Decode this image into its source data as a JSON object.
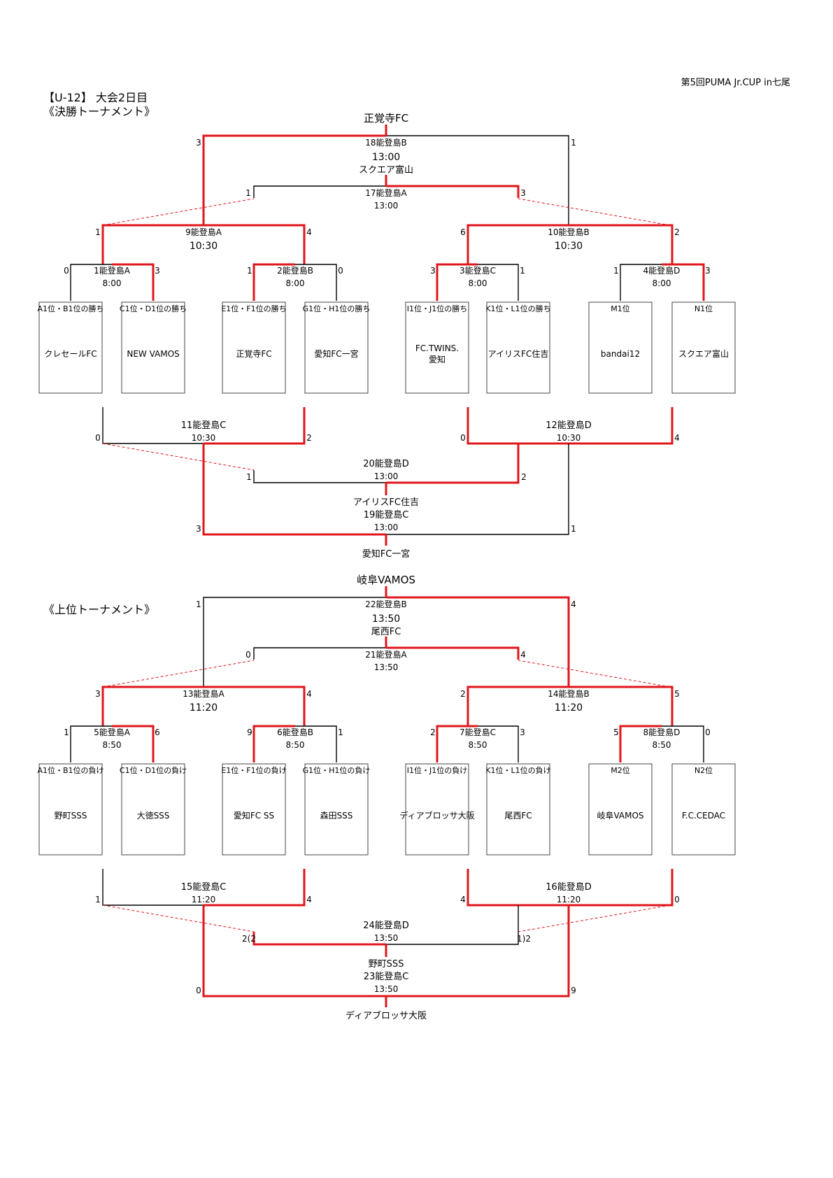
{
  "cup_title": "第5回PUMA Jr.CUP in七尾",
  "heading": "【U-12】 大会2日目",
  "final": {
    "section_title": "《決勝トーナメント》",
    "champion": "正覚寺FC",
    "third_place_winner": "アイリスFC住吉",
    "fourth_place": "愛知FC一宮",
    "matches": {
      "m18": {
        "label": "18能登島B",
        "time": "13:00",
        "team": "スクエア富山",
        "left": "3",
        "right": "1"
      },
      "m17": {
        "label": "17能登島A",
        "time": "13:00",
        "left": "1",
        "right": "3"
      },
      "m9": {
        "label": "9能登島A",
        "time": "10:30",
        "left": "1",
        "right": "4"
      },
      "m10": {
        "label": "10能登島B",
        "time": "10:30",
        "left": "6",
        "right": "2"
      },
      "m1": {
        "label": "1能登島A",
        "time": "8:00",
        "left": "0",
        "right": "3"
      },
      "m2": {
        "label": "2能登島B",
        "time": "8:00",
        "left": "1",
        "right": "0"
      },
      "m3": {
        "label": "3能登島C",
        "time": "8:00",
        "left": "3",
        "right": "1"
      },
      "m4": {
        "label": "4能登島D",
        "time": "8:00",
        "left": "1",
        "right": "3"
      },
      "m11": {
        "label": "11能登島C",
        "time": "10:30",
        "left": "0",
        "right": "2"
      },
      "m12": {
        "label": "12能登島D",
        "time": "10:30",
        "left": "0",
        "right": "4"
      },
      "m20": {
        "label": "20能登島D",
        "time": "13:00",
        "left": "1",
        "right": "2"
      },
      "m19": {
        "label": "19能登島C",
        "time": "13:00",
        "left": "3",
        "right": "1"
      }
    },
    "slots": [
      {
        "header": "A1位・B1位の勝ち",
        "team": "クレセールFC"
      },
      {
        "header": "C1位・D1位の勝ち",
        "team": "NEW VAMOS"
      },
      {
        "header": "E1位・F1位の勝ち",
        "team": "正覚寺FC"
      },
      {
        "header": "G1位・H1位の勝ち",
        "team": "愛知FC一宮"
      },
      {
        "header": "I1位・J1位の勝ち",
        "team": "FC.TWINS.\n愛知"
      },
      {
        "header": "K1位・L1位の勝ち",
        "team": "アイリスFC住吉"
      },
      {
        "header": "M1位",
        "team": "bandai12"
      },
      {
        "header": "N1位",
        "team": "スクエア富山"
      }
    ]
  },
  "upper": {
    "section_title": "《上位トーナメント》",
    "champion": "岐阜VAMOS",
    "third_place_winner": "野町SSS",
    "fourth_place": "ディアブロッサ大阪",
    "matches": {
      "m22": {
        "label": "22能登島B",
        "time": "13:50",
        "team": "尾西FC",
        "left": "1",
        "right": "4"
      },
      "m21": {
        "label": "21能登島A",
        "time": "13:50",
        "left": "0",
        "right": "4"
      },
      "m13": {
        "label": "13能登島A",
        "time": "11:20",
        "left": "3",
        "right": "4"
      },
      "m14": {
        "label": "14能登島B",
        "time": "11:20",
        "left": "2",
        "right": "5"
      },
      "m5": {
        "label": "5能登島A",
        "time": "8:50",
        "left": "1",
        "right": "6"
      },
      "m6": {
        "label": "6能登島B",
        "time": "8:50",
        "left": "9",
        "right": "1"
      },
      "m7": {
        "label": "7能登島C",
        "time": "8:50",
        "left": "2",
        "right": "3"
      },
      "m8": {
        "label": "8能登島D",
        "time": "8:50",
        "left": "5",
        "right": "0"
      },
      "m15": {
        "label": "15能登島C",
        "time": "11:20",
        "left": "1",
        "right": "4"
      },
      "m16": {
        "label": "16能登島D",
        "time": "11:20",
        "left": "4",
        "right": "0"
      },
      "m24": {
        "label": "24能登島D",
        "time": "13:50",
        "left": "2(2",
        "right": "1)2"
      },
      "m23": {
        "label": "23能登島C",
        "time": "13:50",
        "left": "0",
        "right": "9"
      }
    },
    "slots": [
      {
        "header": "A1位・B1位の負け",
        "team": "野町SSS"
      },
      {
        "header": "C1位・D1位の負け",
        "team": "大徳SSS"
      },
      {
        "header": "E1位・F1位の負け",
        "team": "愛知FC SS"
      },
      {
        "header": "G1位・H1位の負け",
        "team": "森田SSS"
      },
      {
        "header": "I1位・J1位の負け",
        "team": "ディアブロッサ大阪"
      },
      {
        "header": "K1位・L1位の負け",
        "team": "尾西FC"
      },
      {
        "header": "M2位",
        "team": "岐阜VAMOS"
      },
      {
        "header": "N2位",
        "team": "F.C.CEDAC"
      }
    ]
  }
}
